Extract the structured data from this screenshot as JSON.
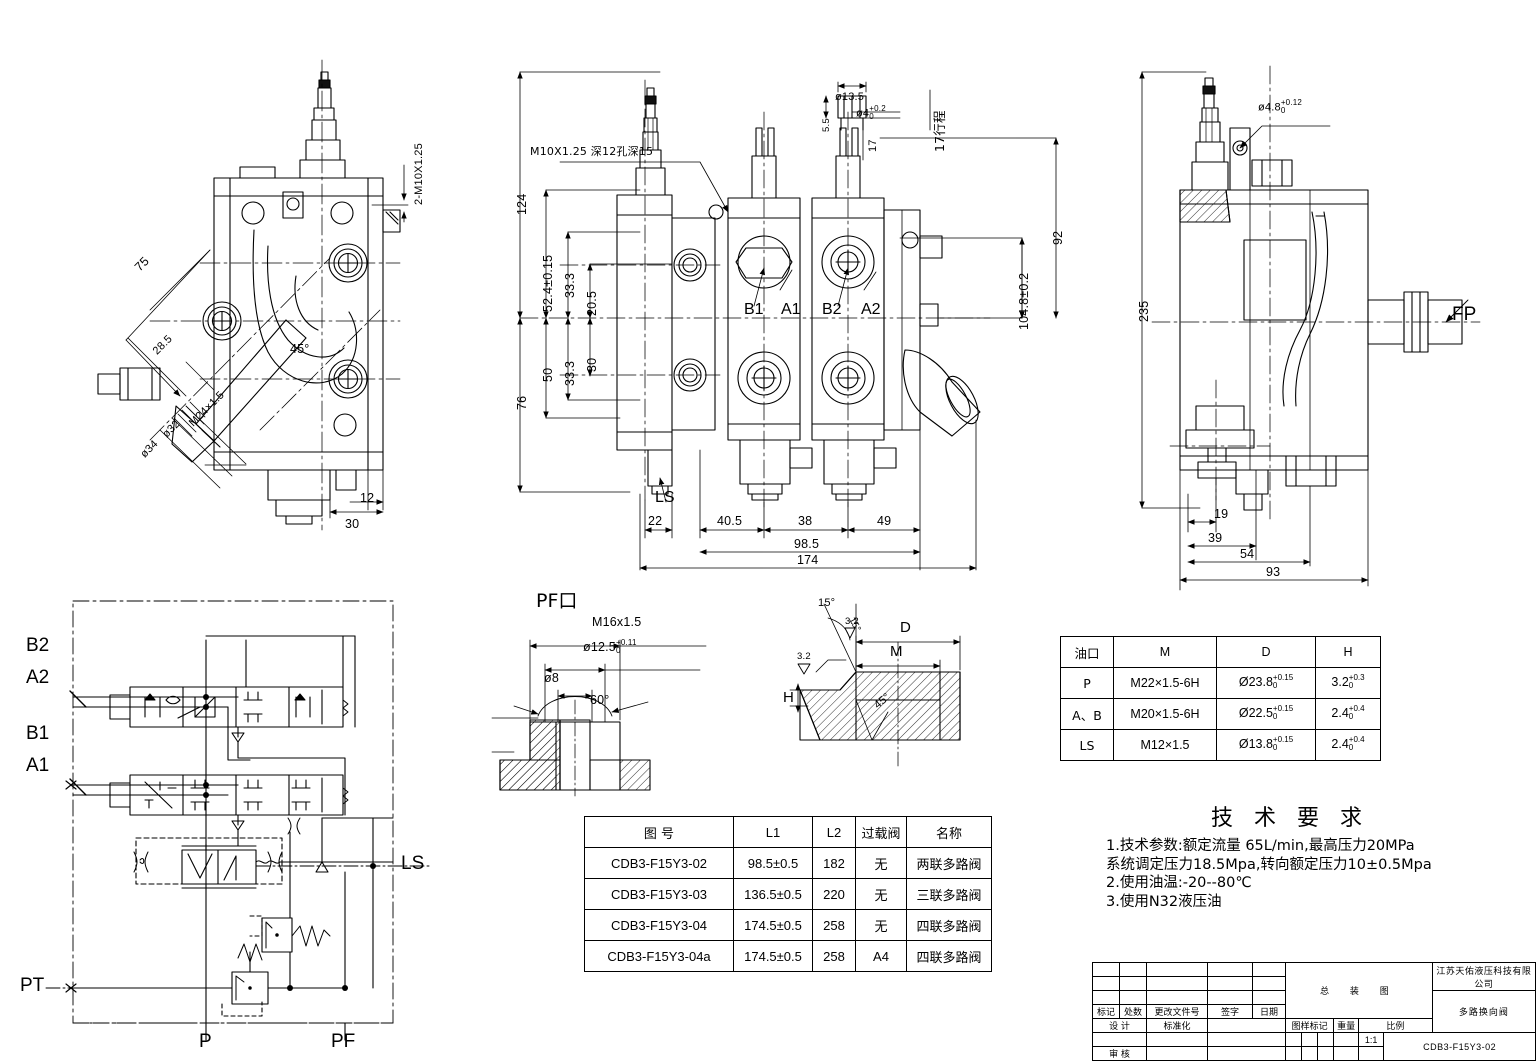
{
  "drawing": {
    "type": "engineering-assembly-drawing",
    "part_number": "CDB3-F15Y3-02",
    "title_cn": "总 装 图",
    "product_cn": "多路换向阀",
    "company_cn": "江苏天佑液压科技有限公司",
    "scale": "1:1"
  },
  "views": {
    "top_left": {
      "dims": {
        "d75": "75",
        "a45": "45°",
        "thread": "M24×1.5",
        "d32": "ø32",
        "d34": "ø34",
        "d28_5": "28.5",
        "d12": "12",
        "d30": "30",
        "callout_m10": "2-M10X1.25"
      }
    },
    "front": {
      "dims": {
        "h124": "124",
        "h52_4": "52.4±0.15",
        "h33_3a": "33.3",
        "h20_5": "20.5",
        "h33_3b": "33.3",
        "h30": "30",
        "h50": "50",
        "h76": "76",
        "d13_5": "ø13.5",
        "d4": "ø4",
        "d4_tol_up": "+0.2",
        "d4_tol_lo": "0",
        "h5_5": "5.5",
        "h17": "17",
        "stroke17": "17行程",
        "h92": "92",
        "h104_8": "104.8±0.2",
        "w22": "22",
        "w40_5": "40.5",
        "w38": "38",
        "w49": "49",
        "w98_5": "98.5",
        "w174": "174",
        "callout_m10": "M10X1.25 深12孔深15"
      },
      "labels": {
        "b1": "B1",
        "a1": "A1",
        "b2": "B2",
        "a2": "A2",
        "ls": "LS"
      }
    },
    "right": {
      "dims": {
        "h235": "235",
        "d4_8": "ø4.8",
        "d4_8_tol_up": "+0.12",
        "d4_8_tol_lo": "0",
        "w19": "19",
        "w39": "39",
        "w54": "54",
        "w93": "93"
      },
      "labels": {
        "fp": "FP"
      }
    },
    "pf_detail": {
      "title": "PF口",
      "dims": {
        "thread": "M16x1.5",
        "bore": "ø12.5",
        "bore_tol_up": "+0.11",
        "bore_tol_lo": "0",
        "d8": "ø8",
        "angle": "60°"
      }
    },
    "thread_detail": {
      "dims": {
        "a15": "15°",
        "a45": "45°",
        "a15b": "15°",
        "letter_d": "D",
        "letter_m": "M",
        "letter_h": "H",
        "rough_a": "3.2",
        "rough_b": "3.2"
      }
    }
  },
  "schematic": {
    "labels": {
      "b2": "B2",
      "a2": "A2",
      "b1": "B1",
      "a1": "A1",
      "pt": "PT",
      "p": "P",
      "pf": "PF",
      "ls": "LS"
    }
  },
  "parts_table": {
    "headers": [
      "图    号",
      "L1",
      "L2",
      "过载阀",
      "名称"
    ],
    "rows": [
      [
        "CDB3-F15Y3-02",
        "98.5±0.5",
        "182",
        "无",
        "两联多路阀"
      ],
      [
        "CDB3-F15Y3-03",
        "136.5±0.5",
        "220",
        "无",
        "三联多路阀"
      ],
      [
        "CDB3-F15Y3-04",
        "174.5±0.5",
        "258",
        "无",
        "四联多路阀"
      ],
      [
        "CDB3-F15Y3-04a",
        "174.5±0.5",
        "258",
        "A4",
        "四联多路阀"
      ]
    ]
  },
  "port_table": {
    "headers": [
      "油口",
      "M",
      "D",
      "H"
    ],
    "rows": [
      {
        "port": "P",
        "m": "M22×1.5-6H",
        "d": "Ø23.8",
        "d_up": "+0.15",
        "d_lo": "0",
        "h": "3.2",
        "h_up": "+0.3",
        "h_lo": "0"
      },
      {
        "port": "A、B",
        "m": "M20×1.5-6H",
        "d": "Ø22.5",
        "d_up": "+0.15",
        "d_lo": "0",
        "h": "2.4",
        "h_up": "+0.4",
        "h_lo": "0"
      },
      {
        "port": "LS",
        "m": "M12×1.5",
        "d": "Ø13.8",
        "d_up": "+0.15",
        "d_lo": "0",
        "h": "2.4",
        "h_up": "+0.4",
        "h_lo": "0"
      }
    ]
  },
  "tech_req": {
    "title": "技 术 要 求",
    "lines": [
      "1.技术参数:额定流量 65L/min,最高压力20MPa",
      "系统调定压力18.5Mpa,转向额定压力10±0.5Mpa",
      "2.使用油温:-20--80℃",
      "3.使用N32液压油"
    ]
  },
  "title_block": {
    "rev_headers": [
      "标记",
      "处数",
      "更改文件号",
      "签字",
      "日期"
    ],
    "design_label": "设 计",
    "standard_label": "标准化",
    "check_label": "审 核",
    "mark_label": "图样标记",
    "weight_label": "重量",
    "scale_label": "比例",
    "scale_value": "1:1"
  }
}
